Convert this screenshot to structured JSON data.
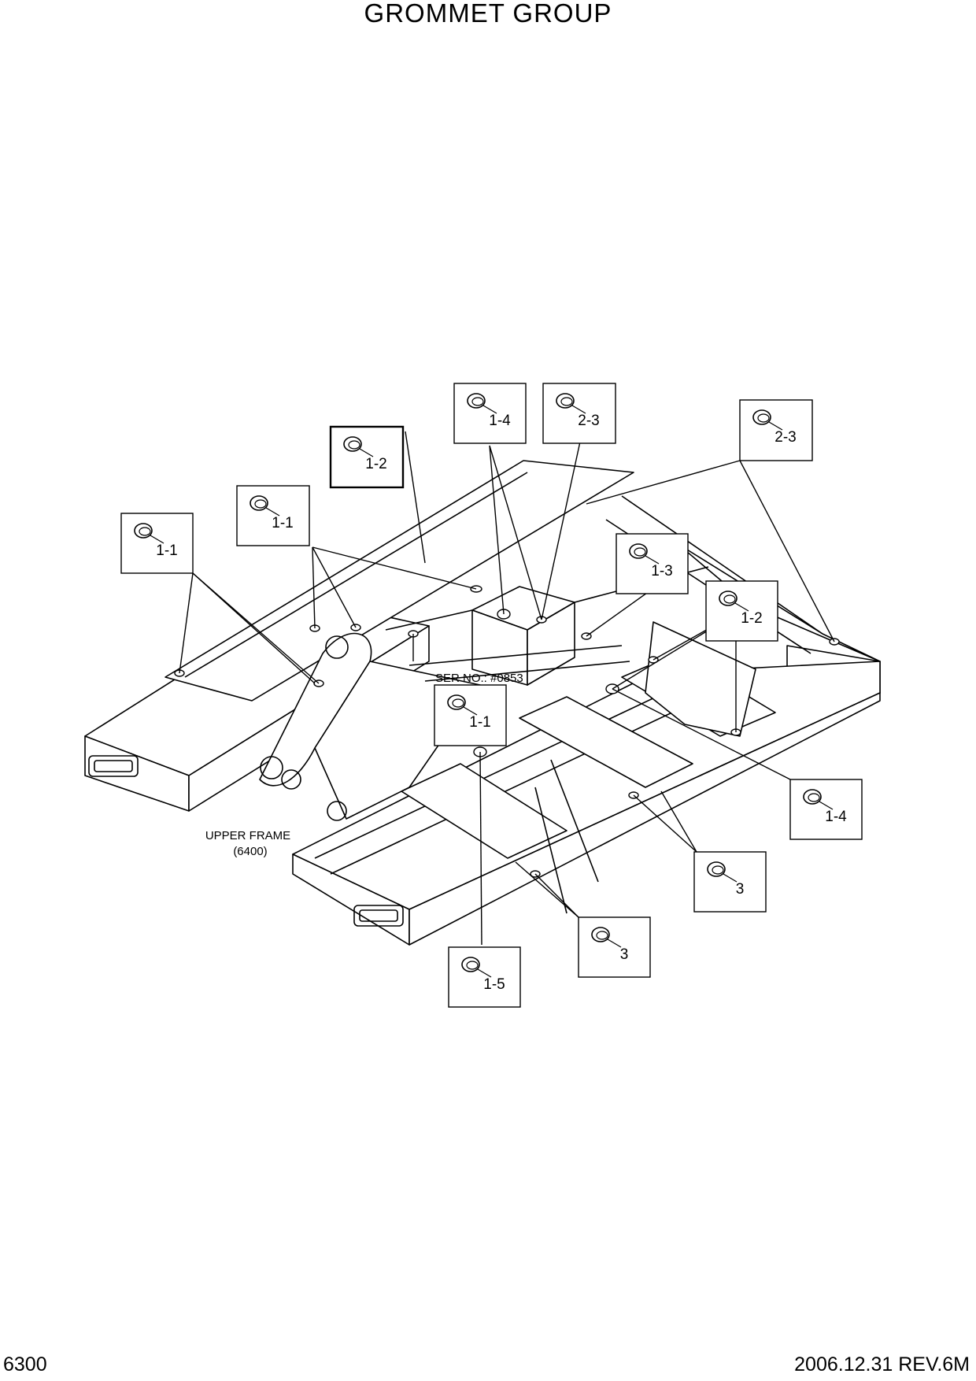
{
  "header": {
    "title": "GROMMET GROUP"
  },
  "footer": {
    "page_number": "6300",
    "revision": "2006.12.31  REV.6M"
  },
  "diagram": {
    "frame_label": "UPPER FRAME",
    "frame_code": "(6400)",
    "serial_note": "SER NO.: #0853",
    "callouts": [
      {
        "id": "c14a",
        "label": "1-4"
      },
      {
        "id": "c23a",
        "label": "2-3"
      },
      {
        "id": "c23b",
        "label": "2-3"
      },
      {
        "id": "c12a",
        "label": "1-2"
      },
      {
        "id": "c11a",
        "label": "1-1"
      },
      {
        "id": "c11b",
        "label": "1-1"
      },
      {
        "id": "c13a",
        "label": "1-3"
      },
      {
        "id": "c12b",
        "label": "1-2"
      },
      {
        "id": "c11c",
        "label": "1-1"
      },
      {
        "id": "c14b",
        "label": "1-4"
      },
      {
        "id": "c3a",
        "label": "3"
      },
      {
        "id": "c3b",
        "label": "3"
      },
      {
        "id": "c15a",
        "label": "1-5"
      }
    ]
  }
}
